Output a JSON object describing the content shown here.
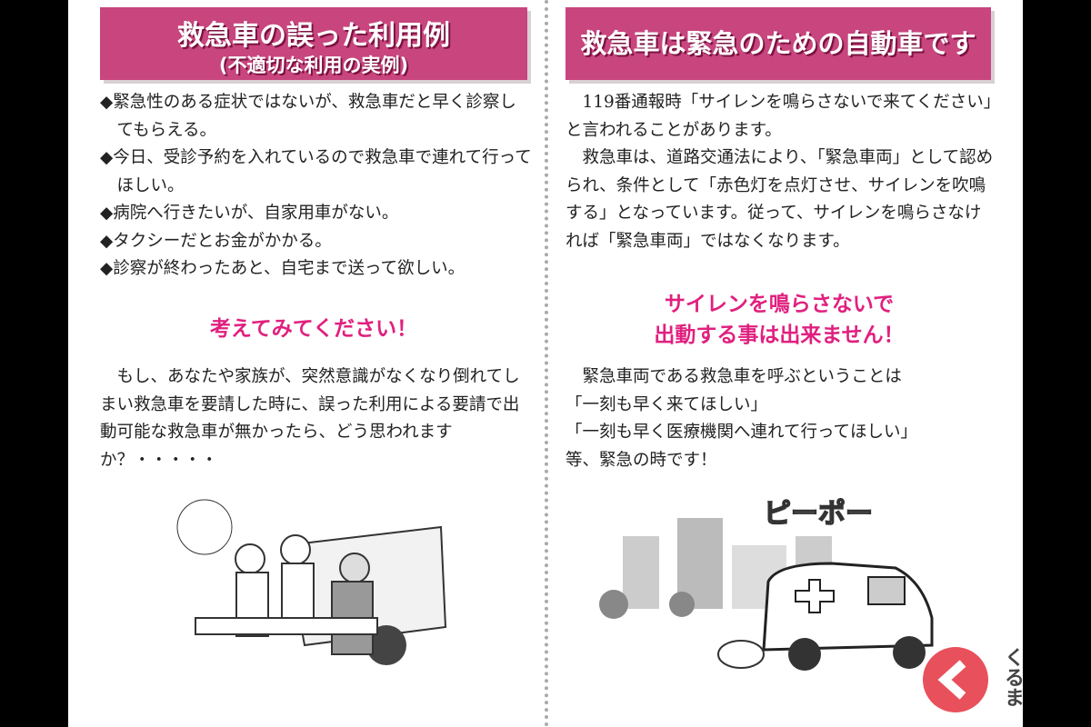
{
  "left": {
    "title": "救急車の誤った利用例",
    "subtitle": "(不適切な利用の実例)",
    "bullets": [
      "◆緊急性のある症状ではないが、救急車だと早く診察してもらえる。",
      "◆今日、受診予約を入れているので救急車で連れて行ってほしい。",
      "◆病院へ行きたいが、自家用車がない。",
      "◆タクシーだとお金がかかる。",
      "◆診察が終わったあと、自宅まで送って欲しい。"
    ],
    "callout": "考えてみてください！",
    "paragraph": "もし、あなたや家族が、突然意識がなくなり倒れてしまい救急車を要請した時に、誤った利用による要請で出動可能な救急車が無かったら、どう思われますか？・・・・・"
  },
  "right": {
    "title": "救急車は緊急のための自動車です",
    "para1": "119番通報時「サイレンを鳴らさないで来てください」と言われることがあります。",
    "para2": "救急車は、道路交通法により、「緊急車両」として認められ、条件として「赤色灯を点灯させ、サイレンを吹鳴する」となっています。従って、サイレンを鳴らさなければ「緊急車両」ではなくなります。",
    "callout1": "サイレンを鳴らさないで",
    "callout2": "出動する事は出来ません！",
    "para3": "緊急車両である救急車を呼ぶということは",
    "quote1": "「一刻も早く来てほしい」",
    "quote2": "「一刻も早く医療機関へ連れて行ってほしい」",
    "closing": "等、緊急の時です！",
    "sound_effect": "ピーポー"
  },
  "logo": {
    "text": "くるま"
  },
  "colors": {
    "header": "#c8457e",
    "accent": "#e0207f"
  }
}
